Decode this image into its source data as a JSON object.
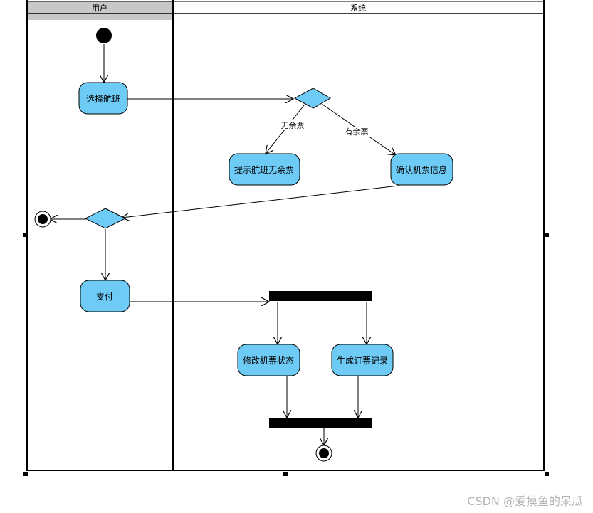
{
  "lanes": {
    "user": "用户",
    "system": "系统"
  },
  "nodes": {
    "select_flight": "选择航班",
    "no_tickets_notice": "提示航班无余票",
    "confirm_ticket": "确认机票信息",
    "pay": "支付",
    "modify_ticket_status": "修改机票状态",
    "generate_order_record": "生成订票记录"
  },
  "guards": {
    "no_tickets": "无余票",
    "has_tickets": "有余票"
  },
  "watermark": "CSDN @爱摸鱼的呆瓜",
  "colors": {
    "activity_fill": "#6ECBF5",
    "lane_header_fill": "#c8c8c8",
    "bar_fill": "#000000"
  }
}
